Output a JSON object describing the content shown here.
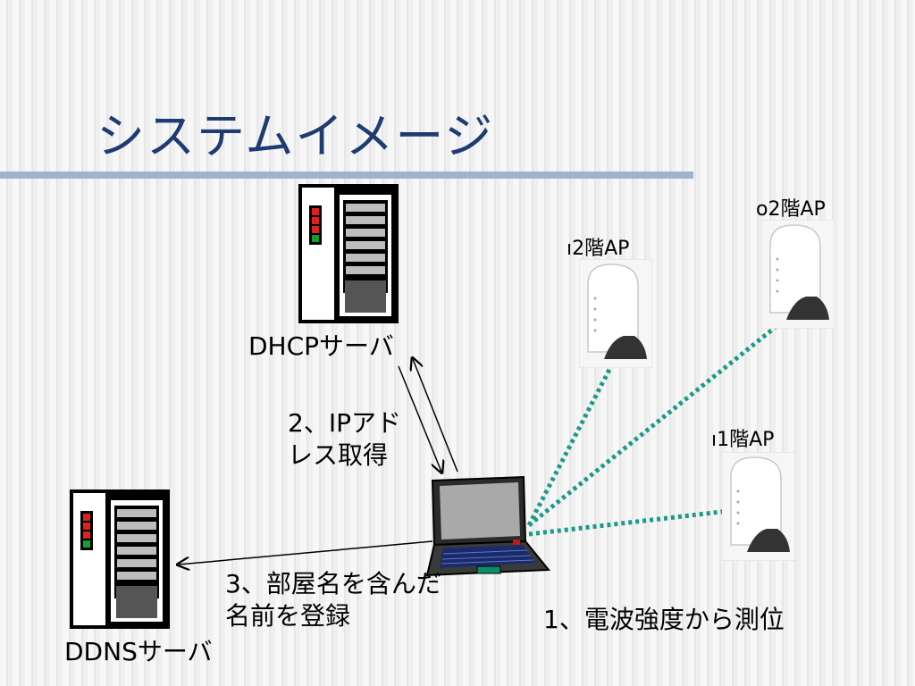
{
  "title": "システムイメージ",
  "nodes": {
    "dhcp_server": {
      "label": "DHCPサーバ"
    },
    "ddns_server": {
      "label": "DDNSサーバ"
    },
    "ap_a": {
      "label": "ı2階AP"
    },
    "ap_b": {
      "label": "o2階AP"
    },
    "ap_c": {
      "label": "ı1階AP"
    }
  },
  "steps": {
    "step1": "1、電波強度から測位",
    "step2": "2、IPアドレス取得",
    "step3": "3、部屋名を含んだ名前を登録"
  },
  "colors": {
    "title": "#1f3b73",
    "rule": "#9fb3cf",
    "signal_line": "#1a9a8a",
    "server_body": "#ffffff",
    "led_red": "#e02020",
    "led_green": "#10a030"
  }
}
